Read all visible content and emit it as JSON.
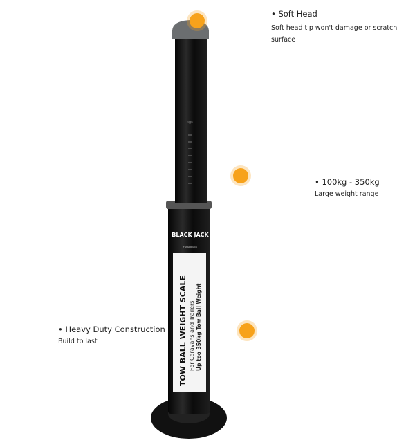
{
  "product": {
    "brand_logo": "BLACK JACK",
    "brand_tagline": "TRAILER JACK",
    "label_title": "TOW BALL WEIGHT SCALE",
    "label_subtitle": "For Caravans and Trailers",
    "label_capacity": "Up too 350kg Tow Ball Weight",
    "scale_unit": "kgs"
  },
  "callouts": [
    {
      "title": "• Soft Head",
      "description": "Soft head tip won't damage or scratch surface"
    },
    {
      "title": "• 100kg - 350kg",
      "description": "Large weight range"
    },
    {
      "title": "• Heavy Duty Construction",
      "description": "Build to last"
    }
  ],
  "colors": {
    "accent": "#f7a21b",
    "tube": "#141414",
    "cap": "#6b6e70"
  }
}
